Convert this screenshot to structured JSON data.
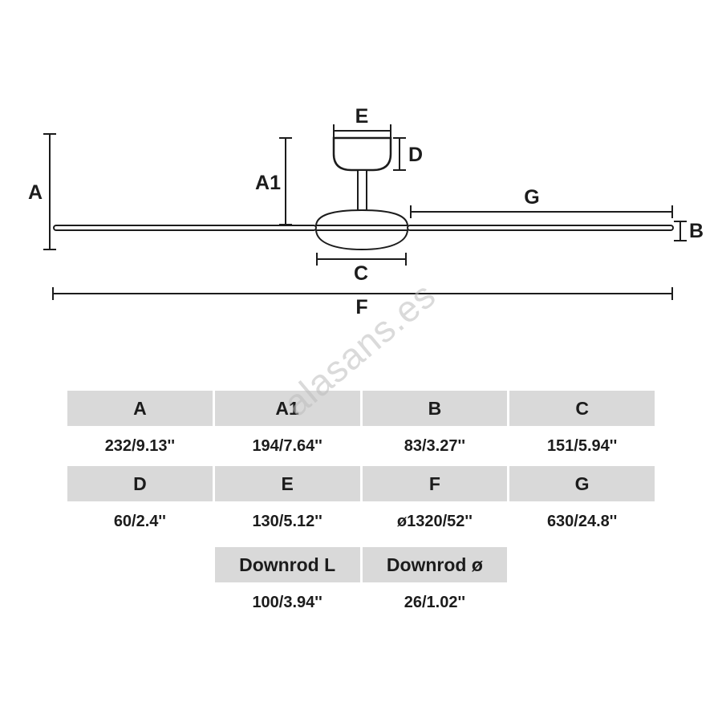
{
  "diagram": {
    "labels": {
      "a": "A",
      "a1": "A1",
      "b": "B",
      "c": "C",
      "d": "D",
      "e": "E",
      "f": "F",
      "g": "G"
    }
  },
  "watermark": "alasans.es",
  "table": {
    "headers1": [
      "A",
      "A1",
      "B",
      "C"
    ],
    "values1": [
      "232/9.13''",
      "194/7.64''",
      "83/3.27''",
      "151/5.94''"
    ],
    "headers2": [
      "D",
      "E",
      "F",
      "G"
    ],
    "values2": [
      "60/2.4''",
      "130/5.12''",
      "ø1320/52''",
      "630/24.8''"
    ],
    "headers3": [
      "Downrod L",
      "Downrod ø"
    ],
    "values3": [
      "100/3.94''",
      "26/1.02''"
    ]
  }
}
